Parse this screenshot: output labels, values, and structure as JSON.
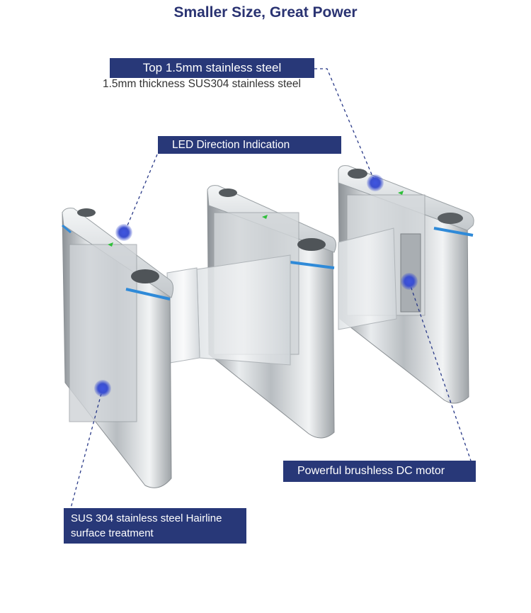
{
  "title": "Smaller Size, Great Power",
  "callouts": {
    "top_steel": {
      "label": "Top 1.5mm stainless steel",
      "subtext": "1.5mm thickness SUS304 stainless steel"
    },
    "led": {
      "label": "LED Direction Indication"
    },
    "motor": {
      "label": "Powerful brushless DC motor"
    },
    "surface": {
      "label_line1": "SUS 304 stainless steel Hairline",
      "label_line2": "surface treatment"
    }
  },
  "colors": {
    "label_bg": "#283878",
    "title": "#2a3372",
    "marker": "#3b4fd0",
    "led_green": "#2fbf3a",
    "trim_blue": "#2f8ad8"
  },
  "icons": [
    "card-reader-icon",
    "green-arrow-icon",
    "marker-dot-icon"
  ]
}
